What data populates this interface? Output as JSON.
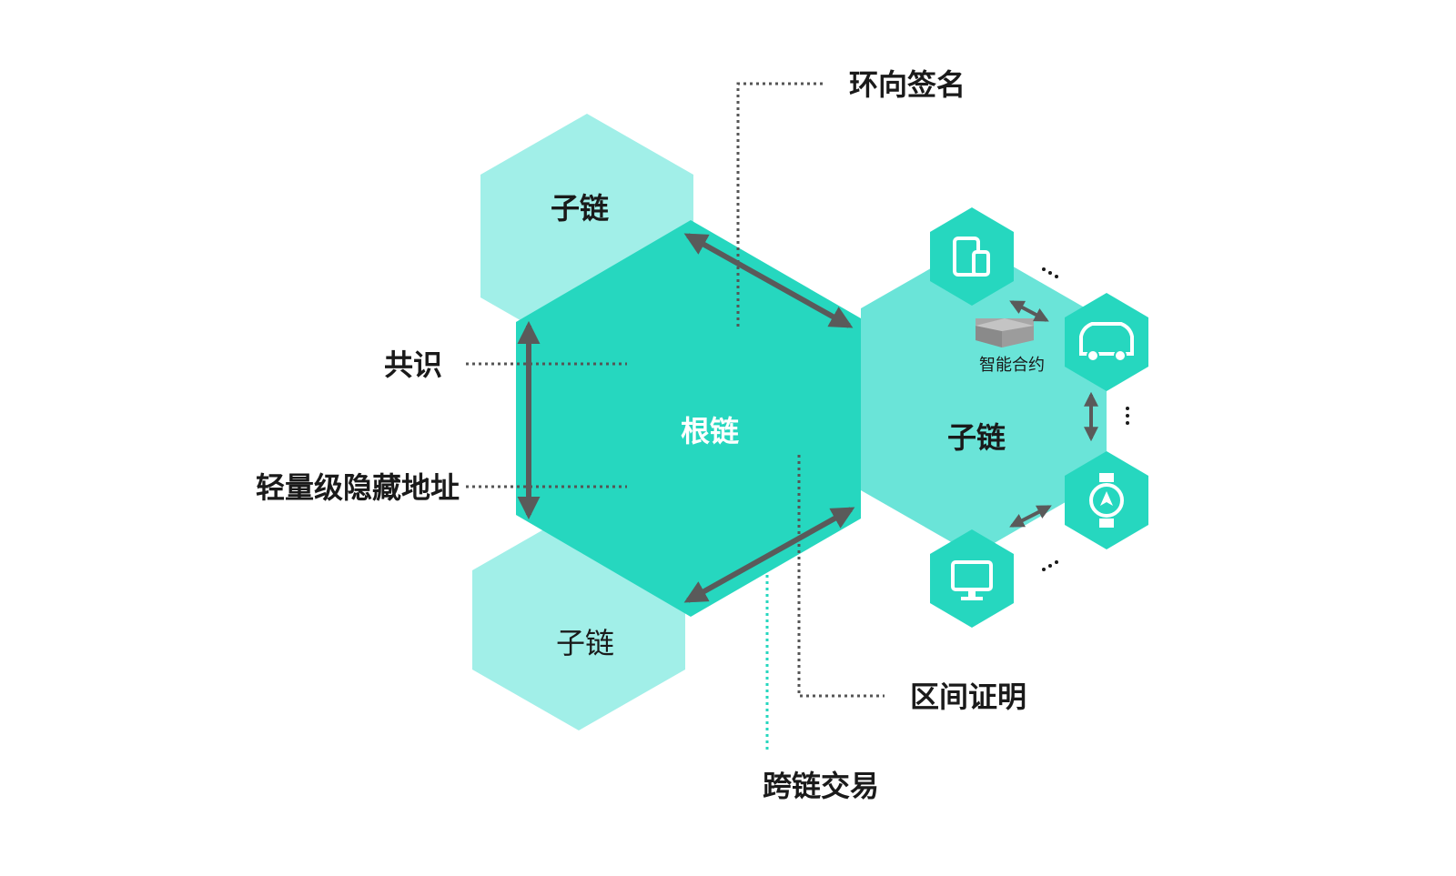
{
  "colors": {
    "root_hex": "#26d7bf",
    "side_hex": "#a1efe8",
    "right_hex": "#6ae4d8",
    "device_hex": "#26d7bf",
    "arrow": "#5a5a5a",
    "dotted": "#555555",
    "dotted_accent": "#26d7bf"
  },
  "hexes": {
    "root": "根链",
    "top_sub": "子链",
    "bottom_sub": "子链",
    "right_sub": "子链"
  },
  "callouts": {
    "ring_signature": "环向签名",
    "consensus": "共识",
    "light_stealth_address": "轻量级隐藏地址",
    "range_proof": "区间证明",
    "cross_chain_tx": "跨链交易"
  },
  "contract": {
    "label": "智能合约",
    "icon": "server-box-icon"
  },
  "devices": [
    {
      "name": "tablet-phone-icon"
    },
    {
      "name": "car-icon"
    },
    {
      "name": "smartwatch-icon"
    },
    {
      "name": "monitor-icon"
    }
  ]
}
